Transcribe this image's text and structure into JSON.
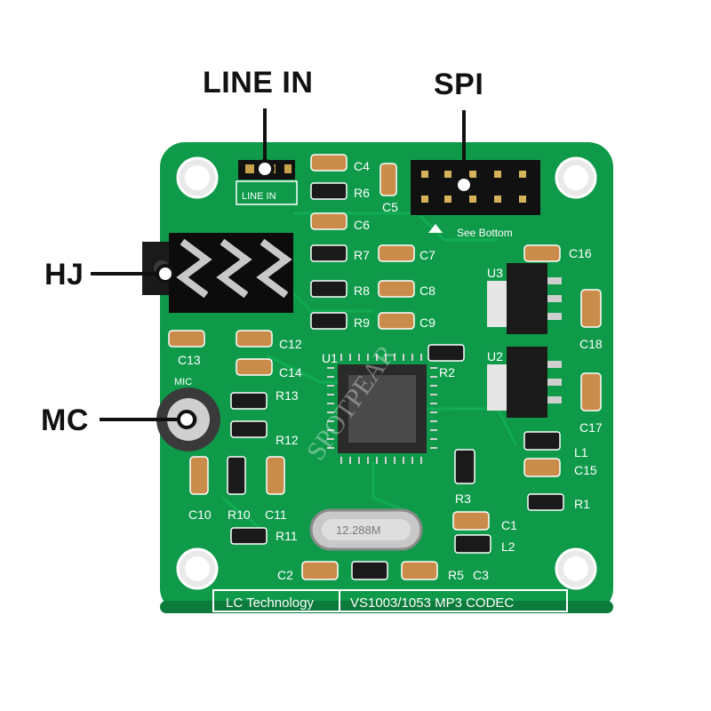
{
  "callouts": {
    "line_in": "LINE IN",
    "spi": "SPI",
    "hj": "HJ",
    "mc": "MC"
  },
  "board": {
    "color": "#0f9a4a",
    "line_in_label": "LINE IN",
    "see_bottom": "See Bottom",
    "mic_label": "MIC",
    "chip_label": "U1",
    "crystal_label": "12.288M",
    "footer_left": "LC Technology",
    "footer_right": "VS1003/1053 MP3 CODEC",
    "watermark": "SPOTPEAR",
    "capacitors": [
      "C1",
      "C2",
      "C3",
      "C4",
      "C5",
      "C6",
      "C7",
      "C8",
      "C9",
      "C10",
      "C11",
      "C12",
      "C13",
      "C14",
      "C15",
      "C16",
      "C17",
      "C18"
    ],
    "resistors": [
      "R1",
      "R2",
      "R3",
      "R5",
      "R6",
      "R7",
      "R8",
      "R9",
      "R10",
      "R11",
      "R12",
      "R13"
    ],
    "regulators": [
      "U2",
      "U3"
    ],
    "inductors": [
      "L1",
      "L2"
    ]
  }
}
